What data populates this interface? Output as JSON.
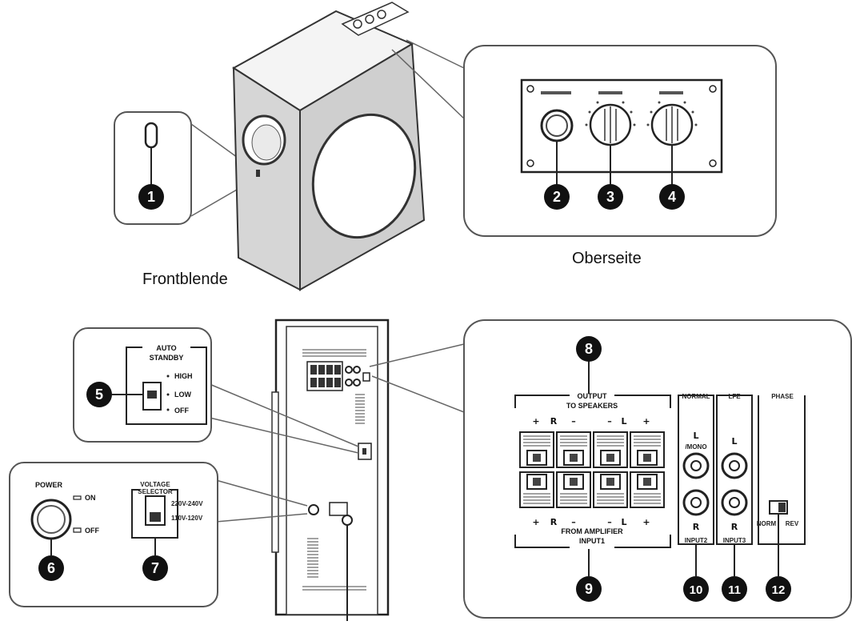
{
  "captions": {
    "front": "Frontblende",
    "top": "Oberseite"
  },
  "callouts": [
    "1",
    "2",
    "3",
    "4",
    "5",
    "6",
    "7",
    "8",
    "9",
    "10",
    "11",
    "12"
  ],
  "auto_standby": {
    "title_line1": "AUTO",
    "title_line2": "STANDBY",
    "high": "HIGH",
    "low": "LOW",
    "off": "OFF"
  },
  "power": {
    "label": "POWER",
    "on": "ON",
    "off": "OFF"
  },
  "voltage": {
    "title_line1": "VOLTAGE",
    "title_line2": "SELECTOR",
    "v1": "220V-240V",
    "v2": "110V-120V"
  },
  "speakers": {
    "output_line1": "OUTPUT",
    "output_line2": "TO SPEAKERS",
    "from_amp": "FROM AMPLIFIER",
    "input1": "INPUT1",
    "plus": "+",
    "minus": "–",
    "r": "R",
    "l": "L"
  },
  "normal": {
    "title": "NORMAL",
    "l_mono": "/MONO",
    "input2": "INPUT2"
  },
  "lfe": {
    "title": "LFE",
    "input3": "INPUT3"
  },
  "phase": {
    "title": "PHASE",
    "norm": "NORM",
    "rev": "REV"
  }
}
